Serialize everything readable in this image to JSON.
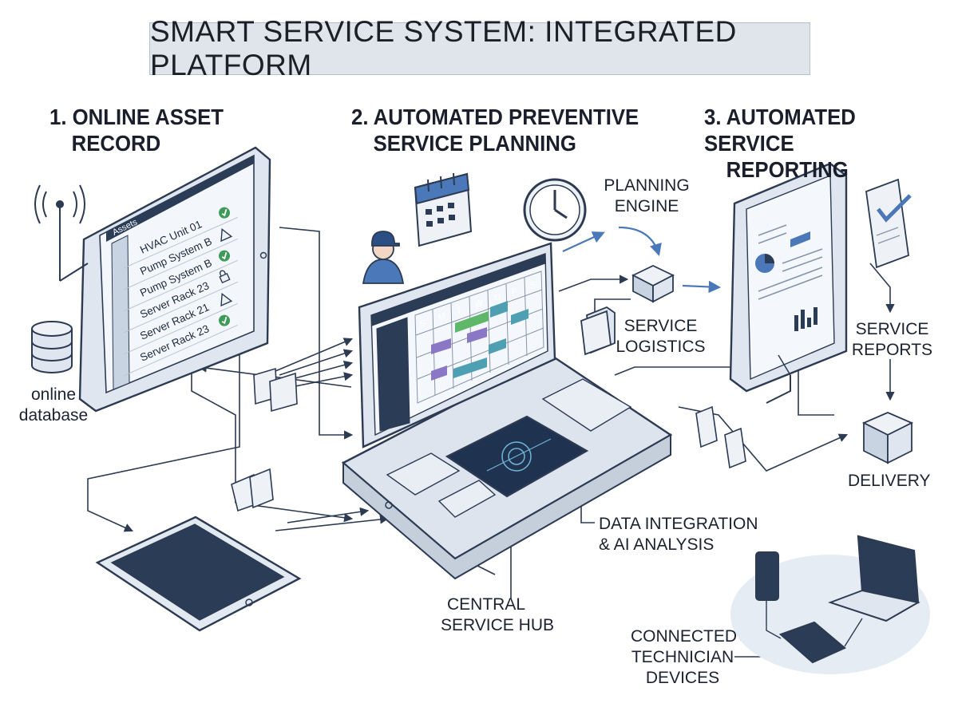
{
  "title": "SMART SERVICE SYSTEM: INTEGRATED PLATFORM",
  "sections": {
    "s1": [
      "1. ONLINE ASSET",
      "RECORD"
    ],
    "s2": [
      "2. AUTOMATED PREVENTIVE",
      "SERVICE PLANNING"
    ],
    "s3": [
      "3. AUTOMATED SERVICE",
      "REPORTING"
    ]
  },
  "asset_panel": {
    "header": "Assets",
    "rows": [
      {
        "name": "HVAC Unit 01",
        "status": "check"
      },
      {
        "name": "Pump System B",
        "status": "warning"
      },
      {
        "name": "Pump System B",
        "status": "check"
      },
      {
        "name": "Server Rack 23",
        "status": "lock"
      },
      {
        "name": "Server Rack 21",
        "status": "warning"
      },
      {
        "name": "Server Rack 23",
        "status": "check"
      }
    ]
  },
  "calendar": {
    "days": [
      "S",
      "M",
      "T",
      "W",
      "Tl",
      "F",
      "S"
    ]
  },
  "callouts": {
    "online_database": [
      "online",
      "database"
    ],
    "planning_engine": [
      "PLANNING",
      "ENGINE"
    ],
    "service_logistics": [
      "SERVICE",
      "LOGISTICS"
    ],
    "service_reports": [
      "SERVICE",
      "REPORTS"
    ],
    "delivery": "DELIVERY",
    "data_integration": [
      "DATA INTEGRATION",
      "& AI ANALYSIS"
    ],
    "central_hub": [
      "CENTRAL",
      "SERVICE HUB"
    ],
    "technician_devices": [
      "CONNECTED",
      "TECHNICIAN",
      "DEVICES"
    ]
  },
  "colors": {
    "outline": "#2c3a52",
    "device_fill": "#e4eaf2",
    "screen_dark": "#2b3c56",
    "accent_blue": "#4a78b8",
    "check_green": "#3f9a5a",
    "bar_green": "#5fb86a",
    "bar_purple": "#8a78c6",
    "bar_teal": "#4e9fb2"
  }
}
